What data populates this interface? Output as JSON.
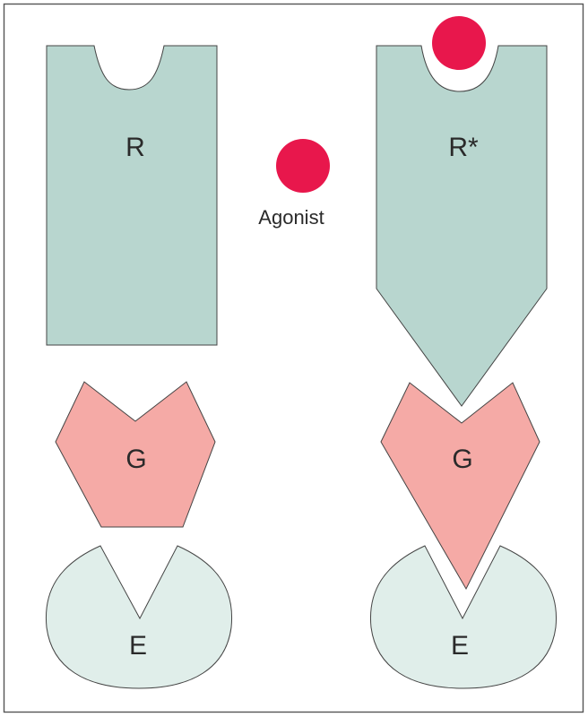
{
  "colors": {
    "frame": "#555555",
    "receptor": "#b8d6cf",
    "gprotein": "#f5aaa6",
    "effector": "#e0eeea",
    "agonist": "#e8174c",
    "outline": "#444444",
    "text": "#2a2a2a"
  },
  "labels": {
    "receptor_inactive": "R",
    "receptor_active": "R*",
    "g_left": "G",
    "g_right": "G",
    "e_left": "E",
    "e_right": "E",
    "agonist": "Agonist"
  }
}
